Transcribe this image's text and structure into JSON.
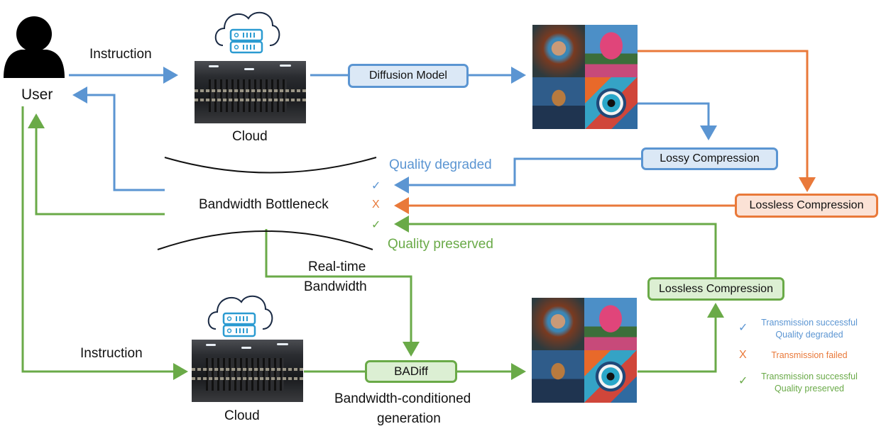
{
  "colors": {
    "blue": "#5b95d2",
    "orange": "#e9793a",
    "green": "#6aaa48",
    "black": "#111111"
  },
  "user": {
    "label": "User",
    "icon": "user-silhouette-icon"
  },
  "top_flow": {
    "instruction_label": "Instruction",
    "cloud_label": "Cloud",
    "cloud_icon": "cloud-server-icon",
    "diffusion_box": "Diffusion Model",
    "lossy_box": "Lossy Compression",
    "lossless_box": "Lossless Compression"
  },
  "bottleneck": {
    "label": "Bandwidth Bottleneck",
    "quality_degraded": "Quality degraded",
    "quality_preserved": "Quality preserved",
    "marks": [
      "✓",
      "X",
      "✓"
    ]
  },
  "bottom_flow": {
    "realtime_label_1": "Real-time",
    "realtime_label_2": "Bandwidth",
    "instruction_label": "Instruction",
    "cloud_label": "Cloud",
    "badiff_box": "BADiff",
    "badiff_caption_1": "Bandwidth-conditioned",
    "badiff_caption_2": "generation",
    "lossless_box": "Lossless Compression"
  },
  "legend": [
    {
      "mark": "✓",
      "line1": "Transmission successful",
      "line2": "Quality degraded",
      "color": "#5b95d2"
    },
    {
      "mark": "X",
      "line1": "Transmission failed",
      "line2": "",
      "color": "#e9793a"
    },
    {
      "mark": "✓",
      "line1": "Transmission successful",
      "line2": "Quality preserved",
      "color": "#6aaa48"
    }
  ]
}
